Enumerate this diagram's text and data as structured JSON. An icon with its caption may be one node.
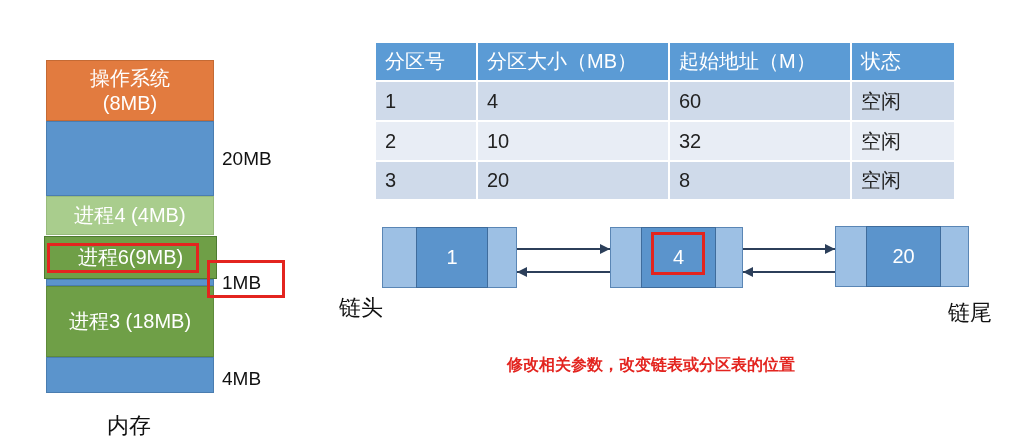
{
  "diagram": {
    "nodes": [
      {
        "text": [
          "操作系统 (8MB)"
        ]
      },
      {
        "text": [],
        "shape": "box",
        "beside": [
          "20MB"
        ]
      },
      {
        "text": [
          "进程4 (4MB)"
        ]
      },
      {
        "text": [
          "进程6(9MB)"
        ]
      },
      {
        "text": [],
        "shape": "box",
        "beside": [
          "1MB"
        ]
      },
      {
        "text": [
          "进程3 (18MB)"
        ]
      },
      {
        "text": [],
        "shape": "box",
        "beside": [
          "4MB"
        ]
      },
      {
        "text": [
          "1"
        ],
        "beside": [
          "链头"
        ]
      },
      {
        "text": [
          "4"
        ]
      },
      {
        "text": [
          "20"
        ],
        "beside": [
          "链尾"
        ]
      }
    ],
    "edges": [
      {
        "from": 7,
        "to": 8,
        "arrow": "to"
      },
      {
        "from": 8,
        "to": 7,
        "arrow": "to"
      },
      {
        "from": 8,
        "to": 9,
        "arrow": "to"
      },
      {
        "from": 9,
        "to": 8,
        "arrow": "to"
      }
    ],
    "labels": [
      "分区号",
      "分区大小（MB）",
      "起始地址（M）",
      "状态",
      "1",
      "4",
      "60",
      "空闲",
      "2",
      "10",
      "32",
      "空闲",
      "3",
      "20",
      "8",
      "空闲",
      "修改相关参数，改变链表或分区表的位置",
      "内存"
    ]
  }
}
